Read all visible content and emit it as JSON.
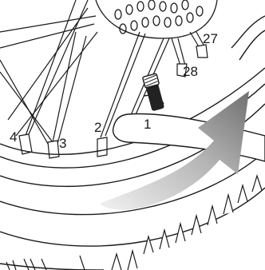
{
  "callouts": {
    "n1": "1",
    "n2": "2",
    "n3": "3",
    "n4": "4",
    "n27": "27",
    "n28": "28"
  },
  "colors": {
    "line": "#1a1a1a",
    "arrow_dark": "#7a7a7a",
    "arrow_light": "#e6e6e6",
    "valve": "#222222"
  }
}
